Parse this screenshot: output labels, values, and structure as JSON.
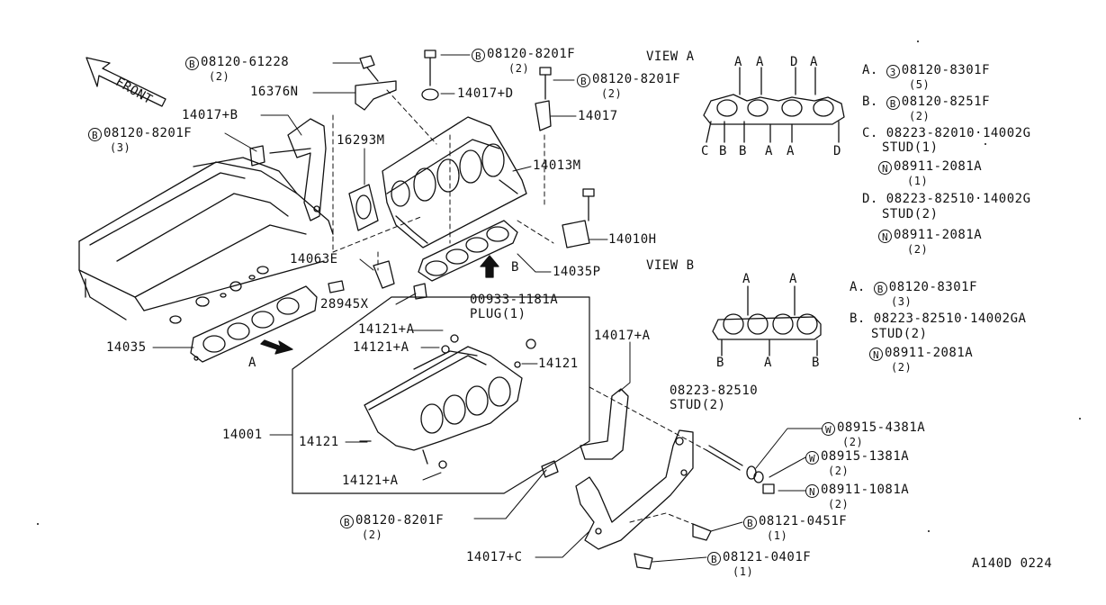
{
  "diagram": {
    "code": "A140D 0224",
    "front": "FRONT",
    "arrow_a": "A",
    "arrow_b": "B",
    "callouts": {
      "b1": {
        "icon": "B",
        "part": "08120-61228",
        "qty": "(2)"
      },
      "n16376": "16376N",
      "b2": {
        "icon": "B",
        "part": "08120-8201F",
        "qty": "(2)"
      },
      "p14017d": "14017+D",
      "b3": {
        "icon": "B",
        "part": "08120-8201F",
        "qty": "(2)"
      },
      "p14017": "14017",
      "p14017b": "14017+B",
      "b4": {
        "icon": "B",
        "part": "08120-8201F",
        "qty": "(3)"
      },
      "n16293": "16293M",
      "n14013": "14013M",
      "n14010": "14010H",
      "n14063": "14063E",
      "n14035p": "14035P",
      "n28945": "28945X",
      "n14035": "14035",
      "plug_part": "00933-1181A",
      "plug_label": "PLUG(1)",
      "p14121a1": "14121+A",
      "p14121a2": "14121+A",
      "p14121r": "14121",
      "p14121l": "14121",
      "p14121a3": "14121+A",
      "n14001": "14001",
      "p14017a": "14017+A",
      "stud_part": "08223-82510",
      "stud_label": "STUD(2)",
      "w1": {
        "icon": "W",
        "part": "08915-4381A",
        "qty": "(2)"
      },
      "w2": {
        "icon": "W",
        "part": "08915-1381A",
        "qty": "(2)"
      },
      "nn": {
        "icon": "N",
        "part": "08911-1081A",
        "qty": "(2)"
      },
      "b5": {
        "icon": "B",
        "part": "08120-8201F",
        "qty": "(2)"
      },
      "b6": {
        "icon": "B",
        "part": "08121-0451F",
        "qty": "(1)"
      },
      "p14017c": "14017+C",
      "b7": {
        "icon": "B",
        "part": "08121-0401F",
        "qty": "(1)"
      }
    },
    "view_a": {
      "title": "VIEW A",
      "letters_top": [
        "A",
        "A",
        "D",
        "A"
      ],
      "letters_bottom": [
        "C",
        "B",
        "B",
        "A",
        "A",
        "D"
      ],
      "legend": [
        {
          "key": "A.",
          "icon": "3",
          "part": "08120-8301F",
          "sub": "(5)"
        },
        {
          "key": "B.",
          "icon": "B",
          "part": "08120-8251F",
          "sub": "(2)"
        },
        {
          "key": "C.",
          "icon": "",
          "part": "08223-82010·14002G",
          "sub": "STUD(1)"
        },
        {
          "key": "",
          "icon": "N",
          "part": "08911-2081A",
          "sub": "(1)"
        },
        {
          "key": "D.",
          "icon": "",
          "part": "08223-82510·14002G",
          "sub": "STUD(2)"
        },
        {
          "key": "",
          "icon": "N",
          "part": "08911-2081A",
          "sub": "(2)"
        }
      ]
    },
    "view_b": {
      "title": "VIEW B",
      "letters_top": [
        "A",
        "A"
      ],
      "letters_bottom": [
        "B",
        "A",
        "B"
      ],
      "legend": [
        {
          "key": "A.",
          "icon": "B",
          "part": "08120-8301F",
          "sub": "(3)"
        },
        {
          "key": "B.",
          "icon": "",
          "part": "08223-82510·14002GA",
          "sub": "STUD(2)"
        },
        {
          "key": "",
          "icon": "N",
          "part": "08911-2081A",
          "sub": "(2)"
        }
      ]
    }
  }
}
